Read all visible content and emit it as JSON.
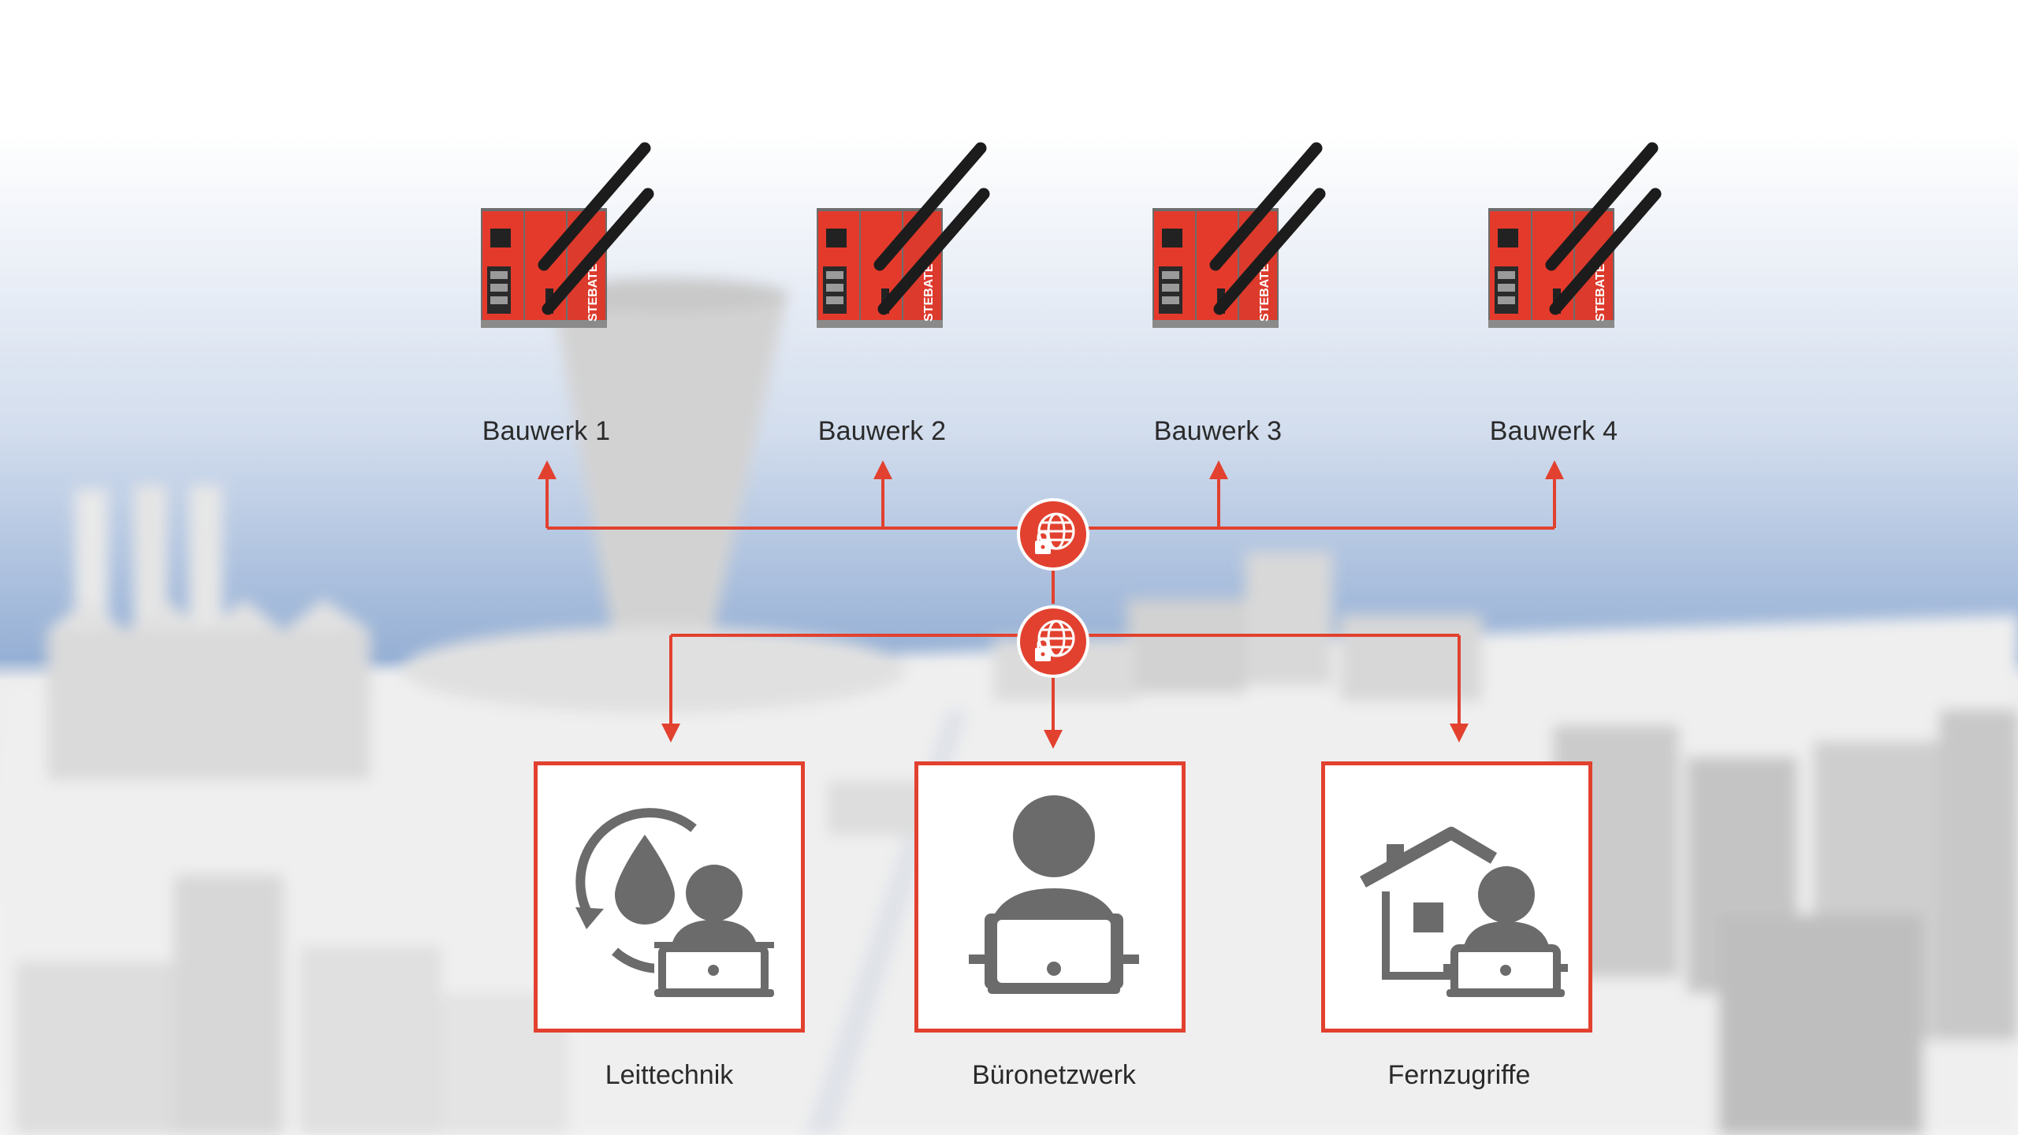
{
  "colors": {
    "accent": "#e2412f",
    "icon_gray": "#6b6b6b",
    "sky_top": "#ffffff",
    "sky_bottom": "#7f9fcc",
    "ground": "#ededed"
  },
  "devices": [
    {
      "label": "Bauwerk 1",
      "brand": "STEBATEC"
    },
    {
      "label": "Bauwerk 2",
      "brand": "STEBATEC"
    },
    {
      "label": "Bauwerk 3",
      "brand": "STEBATEC"
    },
    {
      "label": "Bauwerk 4",
      "brand": "STEBATEC"
    }
  ],
  "hubs": [
    {
      "icon": "secure-globe-icon"
    },
    {
      "icon": "secure-globe-icon"
    }
  ],
  "targets": [
    {
      "label": "Leittechnik",
      "icon": "process-control-user-icon"
    },
    {
      "label": "Büronetzwerk",
      "icon": "office-user-icon"
    },
    {
      "label": "Fernzugriffe",
      "icon": "home-office-user-icon"
    }
  ]
}
